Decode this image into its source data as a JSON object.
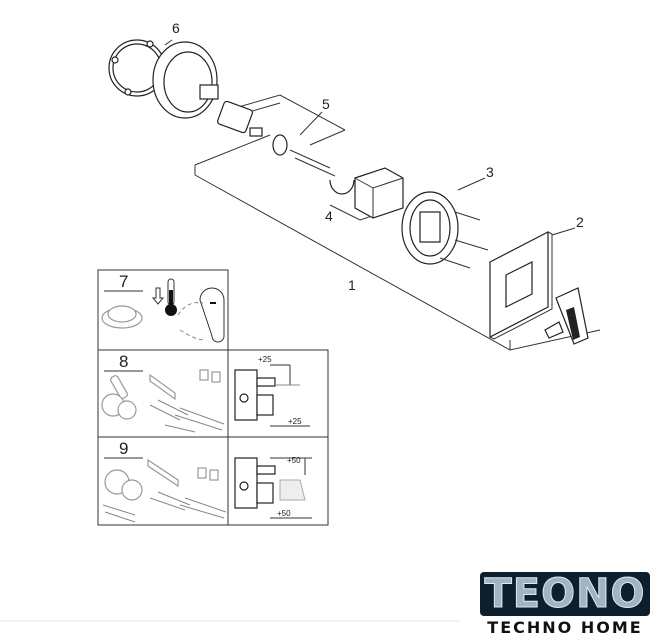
{
  "callouts": {
    "c1": "1",
    "c2": "2",
    "c3": "3",
    "c4": "4",
    "c5": "5",
    "c6": "6"
  },
  "panels": {
    "p7": {
      "label": "7"
    },
    "p8": {
      "label": "8",
      "dim_top": "+25",
      "dim_bottom": "+25"
    },
    "p9": {
      "label": "9",
      "dim_top": "+50",
      "dim_bottom": "+50"
    }
  },
  "logo": {
    "main": "TEONO",
    "sub": "TECHNO HOME"
  }
}
